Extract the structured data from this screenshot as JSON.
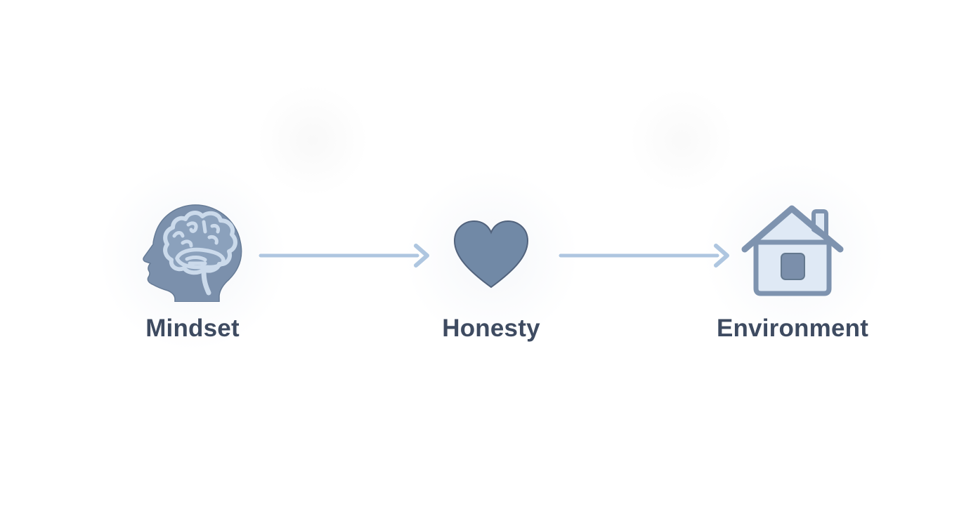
{
  "diagram": {
    "type": "flow",
    "direction": "left-to-right",
    "nodes": [
      {
        "id": "mindset",
        "label": "Mindset",
        "icon": "head-with-brain"
      },
      {
        "id": "honesty",
        "label": "Honesty",
        "icon": "heart"
      },
      {
        "id": "environment",
        "label": "Environment",
        "icon": "house"
      }
    ],
    "connections": [
      {
        "from": "mindset",
        "to": "honesty",
        "style": "arrow-right"
      },
      {
        "from": "honesty",
        "to": "environment",
        "style": "arrow-right"
      }
    ],
    "colors": {
      "background": "#ffffff",
      "label_text": "#3e4b61",
      "icon_primary": "#7b90ac",
      "icon_primary_edge": "#667b96",
      "brain_light": "#cbdaeb",
      "brain_mid": "#8ba1bc",
      "heart_fill": "#7189a6",
      "heart_outline": "#51627c",
      "house_fill": "#dfe9f5",
      "house_outline": "#7e93af",
      "window_fill": "#7b8fab",
      "arrow": "#aec6e0"
    }
  }
}
